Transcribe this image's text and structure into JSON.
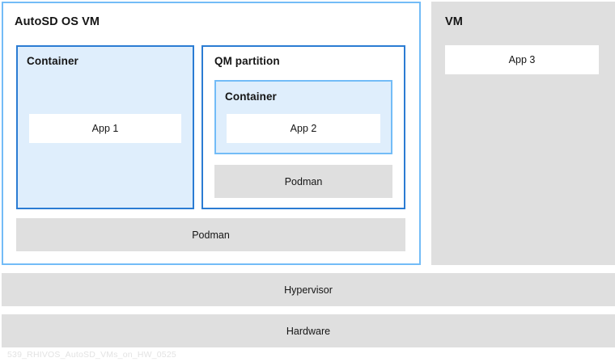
{
  "diagram": {
    "caption": "539_RHIVOS_AutoSD_VMs_on_HW_0525",
    "colors": {
      "border_light_blue": "#73bcf7",
      "border_blue": "#2b7cd3",
      "container_fill": "#dfeefc",
      "band_gray": "#dfdfdf",
      "chip_white": "#ffffff",
      "text": "#151515",
      "watermark": "#e3e3e3"
    },
    "autosd_vm": {
      "title": "AutoSD OS VM",
      "container": {
        "title": "Container",
        "app": "App 1"
      },
      "qm_partition": {
        "title": "QM partition",
        "container": {
          "title": "Container",
          "app": "App 2"
        },
        "runtime": "Podman"
      },
      "runtime": "Podman"
    },
    "vm": {
      "title": "VM",
      "app": "App 3"
    },
    "platform_layers": [
      {
        "label": "Hypervisor"
      },
      {
        "label": "Hardware"
      }
    ]
  }
}
